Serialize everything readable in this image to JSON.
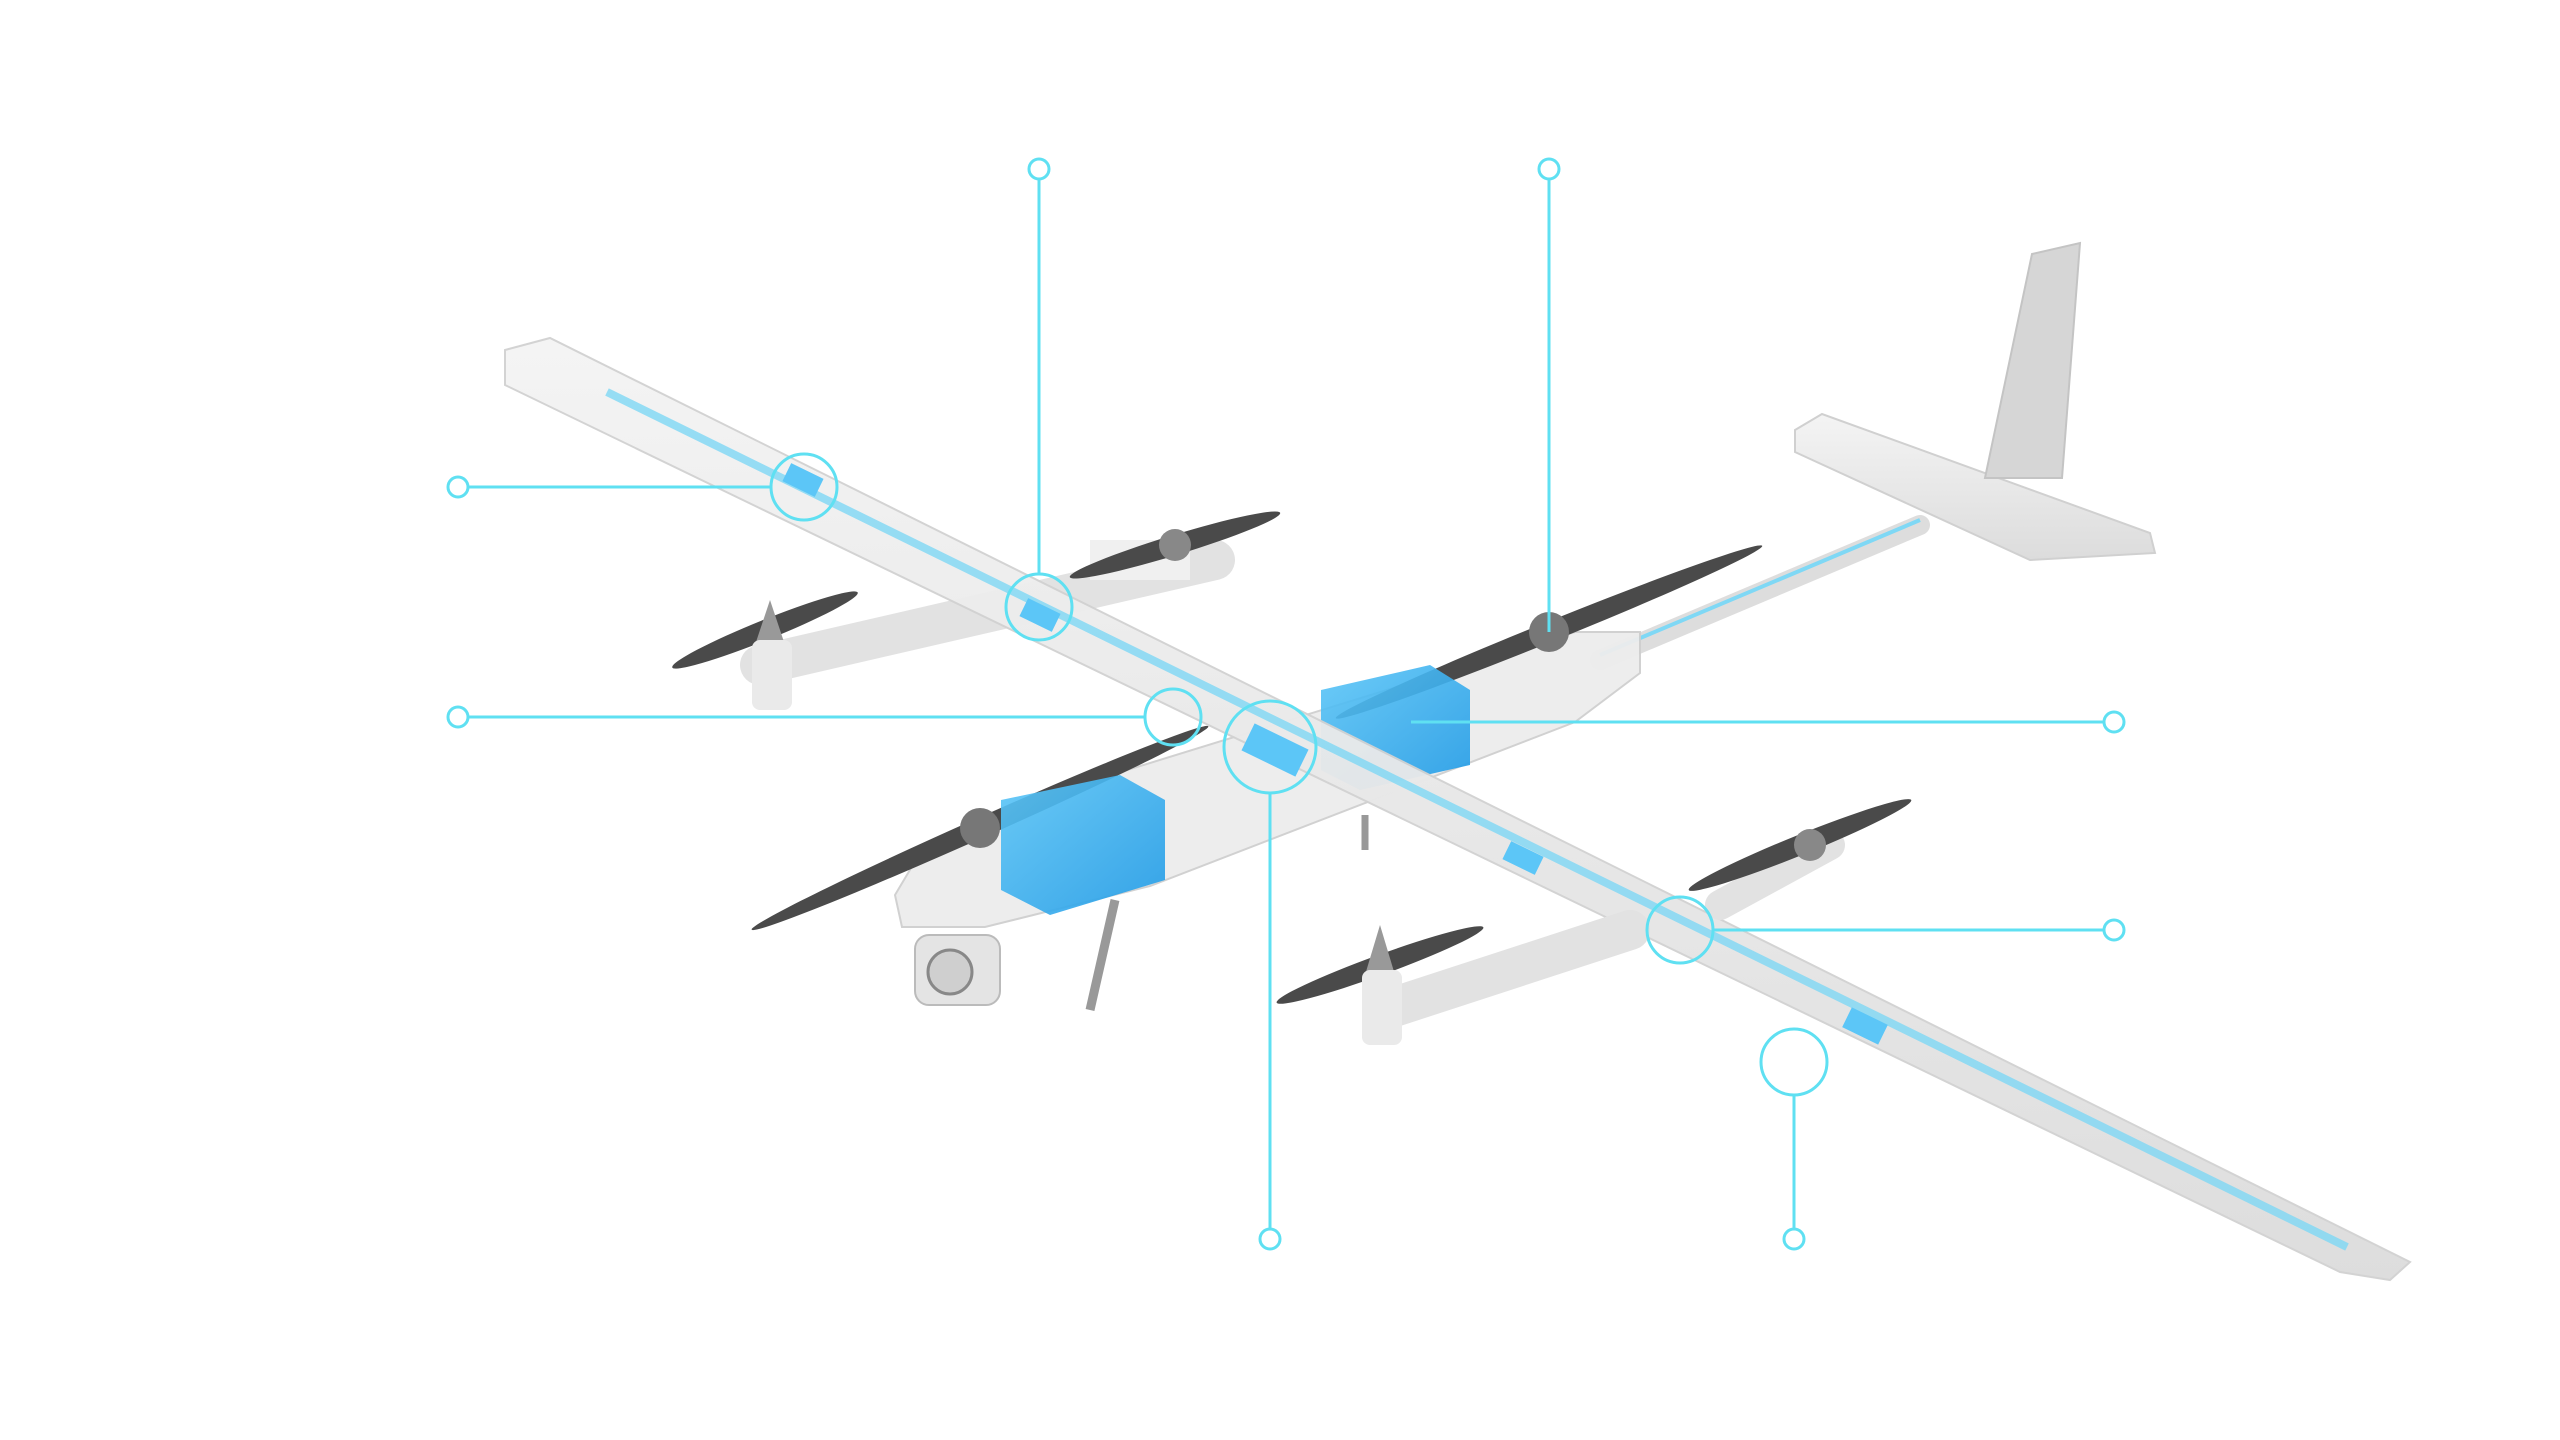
{
  "colors": {
    "background": "#ffffff",
    "callout": "#5fe0f2",
    "airframe": "#ececec",
    "airframe_edge": "#cfcfcf",
    "internal_component": "#2fa8ee",
    "spar": "#7fd8f5",
    "propeller": "#4a4a4a"
  },
  "callouts": [
    {
      "id": "wing-left-outer"
    },
    {
      "id": "wing-left-inner"
    },
    {
      "id": "wing-root-left"
    },
    {
      "id": "fuselage-center"
    },
    {
      "id": "battery-compartment"
    },
    {
      "id": "front-motor"
    },
    {
      "id": "wing-right-inner"
    },
    {
      "id": "wing-right-outer"
    }
  ]
}
